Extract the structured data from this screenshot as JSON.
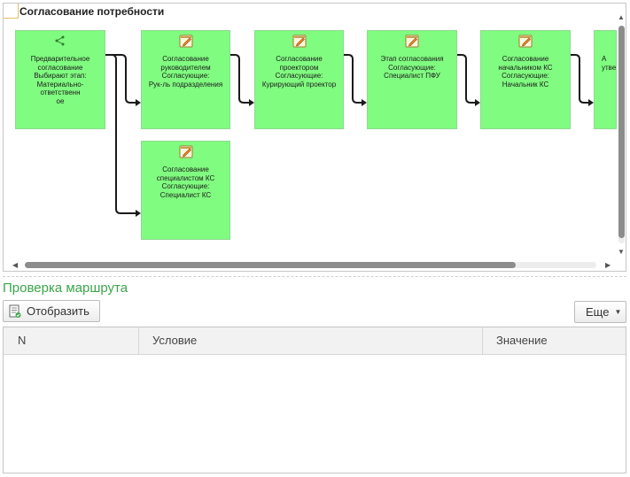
{
  "flow": {
    "title": "Согласование потребности",
    "nodes": [
      {
        "id": "n1",
        "icon": "share-icon",
        "text": "Предварительное\nсогласование\nВыбирают этап:\nМатериально-ответственн\nое"
      },
      {
        "id": "n2",
        "icon": "edit-note-icon",
        "text": "Согласование\nруководителем\nСогласующие:\nРук-ль подразделения"
      },
      {
        "id": "n3",
        "icon": "edit-note-icon",
        "text": "Согласование\nпроектором\nСогласующие:\nКурирующий проектор"
      },
      {
        "id": "n4",
        "icon": "edit-note-icon",
        "text": "Этап согласования\nСогласующие:\nСпециалист ПФУ"
      },
      {
        "id": "n5",
        "icon": "edit-note-icon",
        "text": "Согласование\nначальником КС\nСогласующие:\nНачальник КС"
      },
      {
        "id": "n6",
        "icon": "edit-note-icon",
        "text": "А\nутвер"
      },
      {
        "id": "n7",
        "icon": "edit-note-icon",
        "text": "Согласование\nспециалистом КС\nСогласующие:\nСпециалист КС"
      }
    ],
    "colors": {
      "node_fill": "#80fc80",
      "node_border": "#8fd98f",
      "connector": "#1a1a1a"
    }
  },
  "route_check": {
    "title": "Проверка маршрута",
    "display_button": "Отобразить",
    "more_button": "Еще",
    "columns": [
      "N",
      "Условие",
      "Значение"
    ],
    "rows": []
  },
  "colors": {
    "accent_green": "#3aa64a",
    "panel_border": "#c6c6c6",
    "header_bg": "#f2f2f2"
  }
}
